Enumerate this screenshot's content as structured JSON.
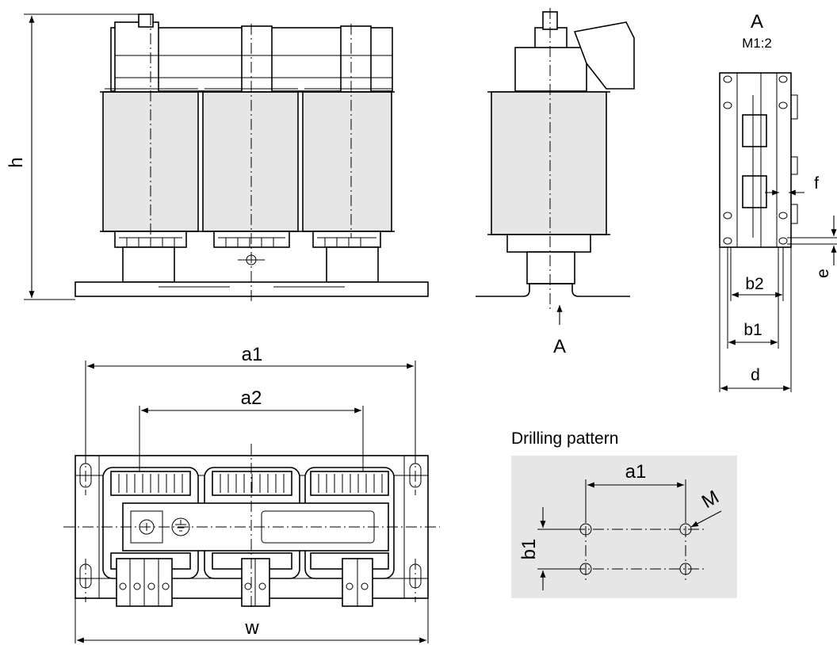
{
  "labels": {
    "height": "h",
    "view_a_title": "A",
    "view_a_scale": "M1:2",
    "side_view_arrow": "A",
    "top_a1": "a1",
    "top_a2": "a2",
    "width": "w",
    "side_f": "f",
    "side_e": "e",
    "side_b2": "b2",
    "side_b1": "b1",
    "side_d": "d",
    "drilling_title": "Drilling pattern",
    "drilling_a1": "a1",
    "drilling_b1": "b1",
    "drilling_m": "M"
  },
  "colors": {
    "line": "#000000",
    "coil_fill": "#e6e6e6",
    "drilling_bg": "#e6e6e6"
  }
}
